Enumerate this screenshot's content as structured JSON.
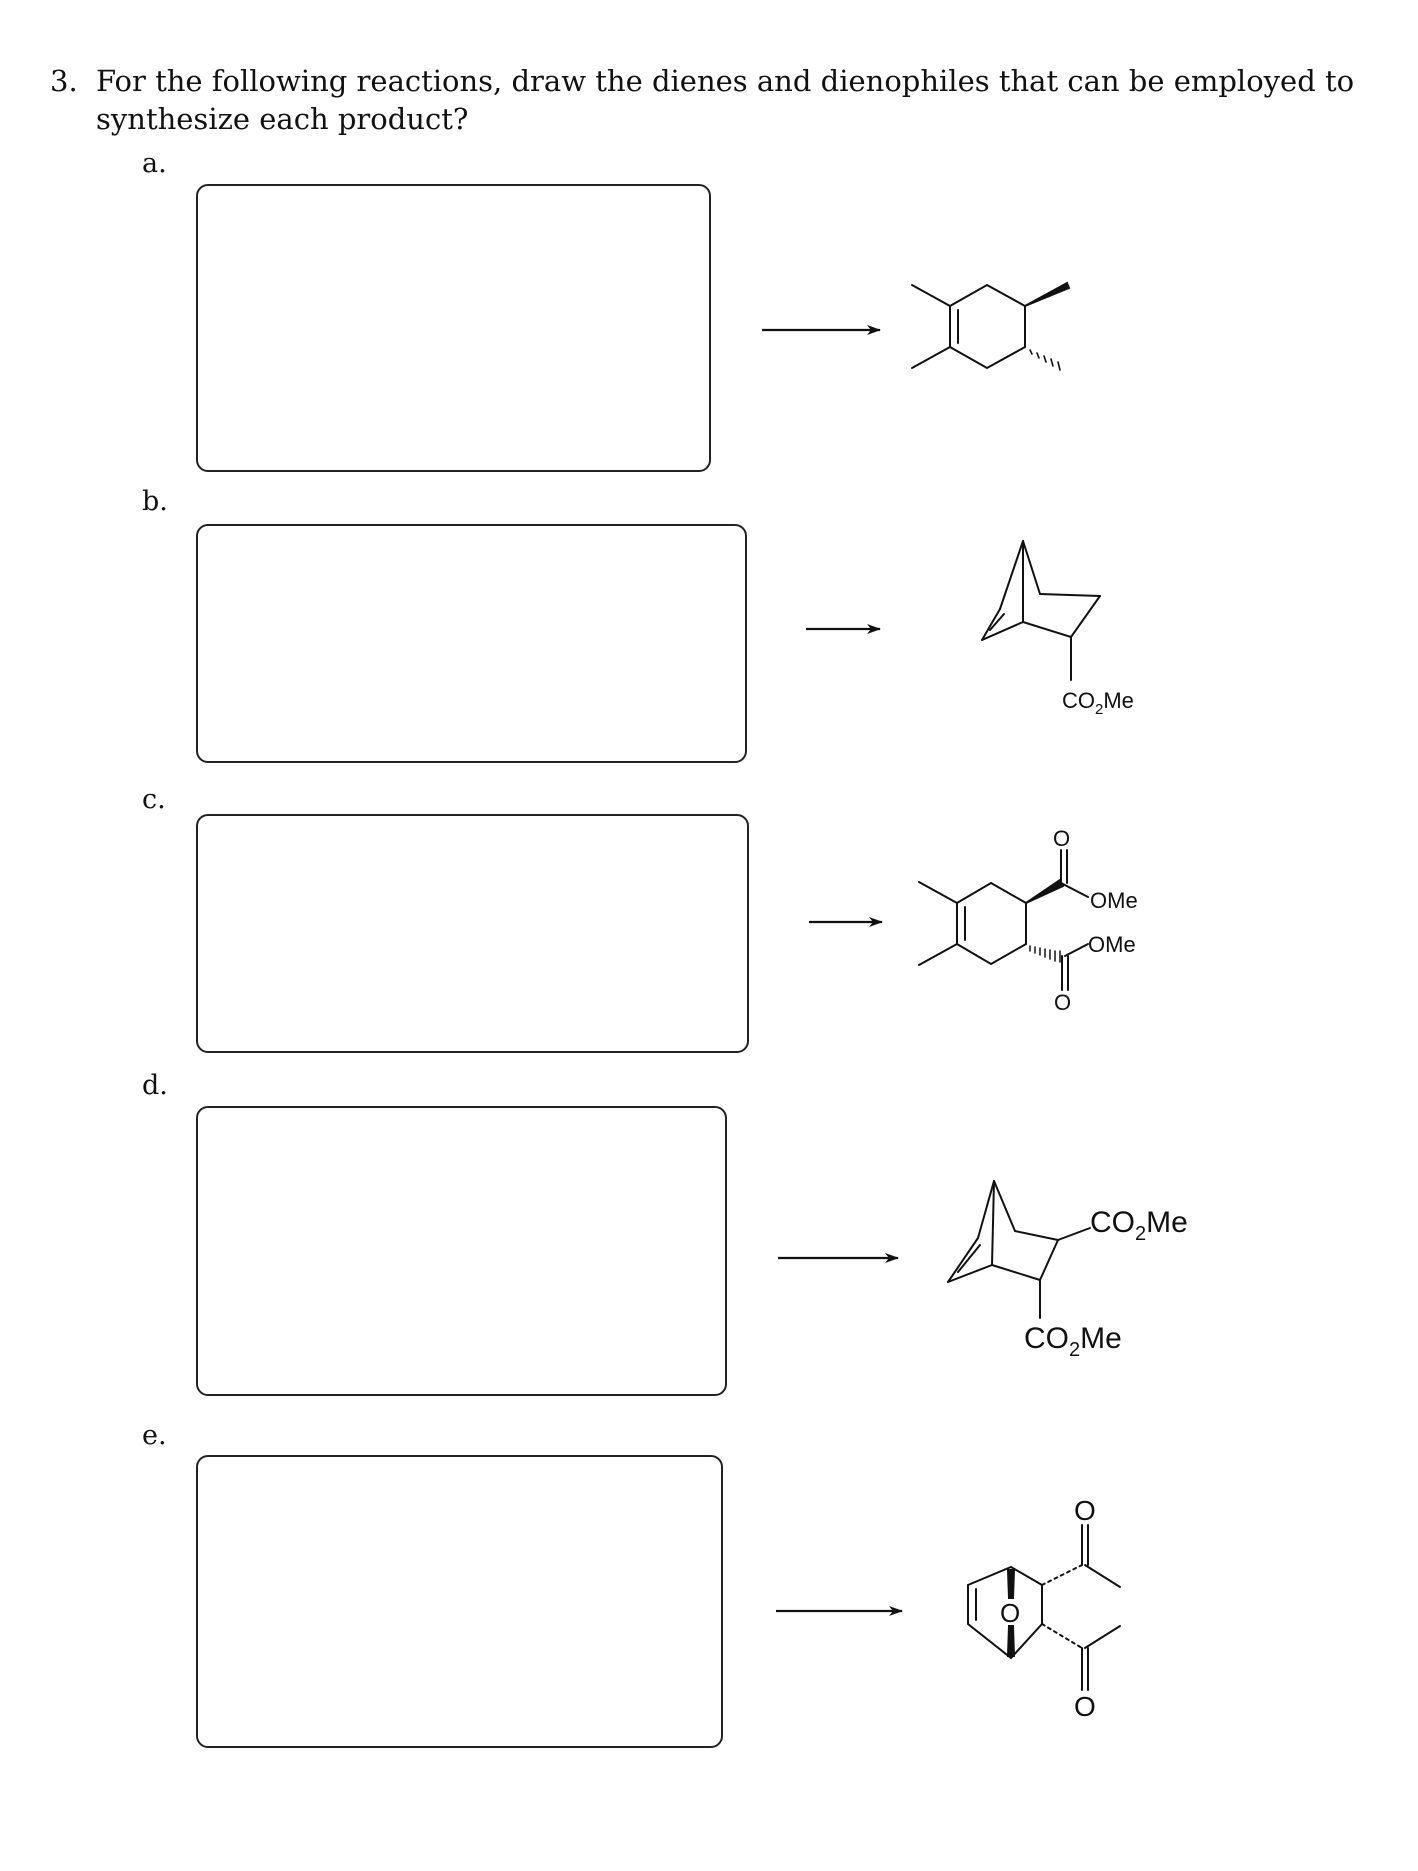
{
  "question": {
    "number": "3.",
    "text": "For the following reactions, draw the dienes and dienophiles that can be employed to synthesize each product?"
  },
  "parts": [
    {
      "label": "a.",
      "product_labels": []
    },
    {
      "label": "b.",
      "product_labels": [
        "CO2Me"
      ]
    },
    {
      "label": "c.",
      "product_labels": [
        "O",
        "OMe",
        "OMe",
        "O"
      ]
    },
    {
      "label": "d.",
      "product_labels": [
        "CO2Me",
        "CO2Me"
      ]
    },
    {
      "label": "e.",
      "product_labels": [
        "O",
        "O",
        "O"
      ]
    }
  ]
}
